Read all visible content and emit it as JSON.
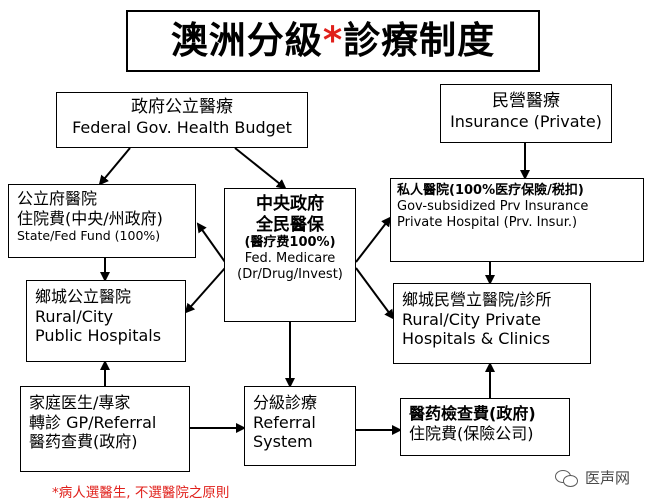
{
  "title": {
    "main": "澳洲分級",
    "star": "*",
    "rest": "診療制度"
  },
  "gov_public": {
    "zh": "政府公立醫療",
    "en": "Federal Gov. Health Budget"
  },
  "private_insurance": {
    "zh": "民營醫療",
    "en": "Insurance (Private)"
  },
  "state_hospital": {
    "line1": "公立府醫院",
    "line2": "住院費(中央/州政府)",
    "line3": "State/Fed Fund (100%)"
  },
  "medicare": {
    "line1": "中央政府",
    "line2": "全民醫保",
    "line3": "(醫疗费100%)",
    "line4": "Fed. Medicare",
    "line5": "(Dr/Drug/Invest)"
  },
  "private_hospital": {
    "line1": "私人醫院(100%医疗保險/税扣)",
    "line2": "Gov-subsidized Prv Insurance",
    "line3": "Private Hospital (Prv. Insur.)"
  },
  "rural_public": {
    "line1": "鄉城公立醫院",
    "line2": "Rural/City",
    "line3": "Public Hospitals"
  },
  "rural_private": {
    "line1": "鄉城民營立醫院/診所",
    "line2": "Rural/City Private",
    "line3": "Hospitals & Clinics"
  },
  "gp_referral": {
    "line1": "家庭医生/專家",
    "line2": "轉診  GP/Referral",
    "line3": "醫药查費(政府)"
  },
  "referral_system": {
    "line1": "分級診療",
    "line2": "Referral",
    "line3": "System"
  },
  "drug_exam": {
    "line1": "醫药檢查費(政府)",
    "line2": "住院費(保險公司)"
  },
  "footnote": "*病人選醫生, 不選醫院之原則",
  "watermark": {
    "text": "医声网"
  }
}
